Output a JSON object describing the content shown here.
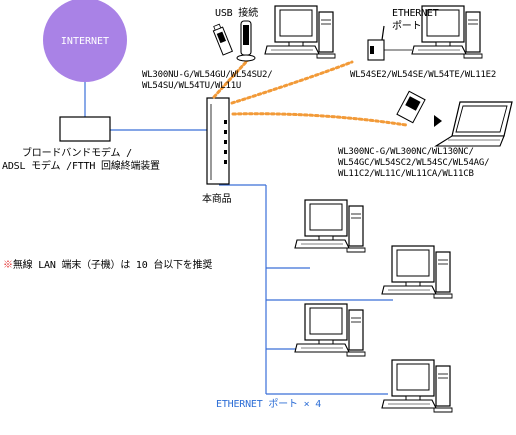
{
  "internet_label": "INTERNET",
  "modem_label": [
    "ブロードバンドモデム /",
    "ADSL モデム /FTTH 回線終端装置"
  ],
  "product_label": "本商品",
  "usb_label": "USB 接続",
  "usb_models": [
    "WL300NU-G/WL54GU/WL54SU2/",
    "WL54SU/WL54TU/WL11U"
  ],
  "ethernet_port_label": [
    "ETHERNET",
    "ポート"
  ],
  "ethernet_models": "WL54SE2/WL54SE/WL54TE/WL11E2",
  "laptop_models": [
    "WL300NC-G/WL300NC/WL130NC/",
    "WL54GC/WL54SC2/WL54SC/WL54AG/",
    "WL11C2/WL11C/WL11CA/WL11CB"
  ],
  "note_mark": "※",
  "note_text": "無線 LAN 端末（子機）は 10 台以下を推奨",
  "ethernet_ports_label": "ETHERNET ポート × 4",
  "colors": {
    "internet_circle": "#a982e6",
    "network_line": "#3a6fd8",
    "wireless_dots": "#f29a38",
    "note_mark": "#e02020"
  }
}
